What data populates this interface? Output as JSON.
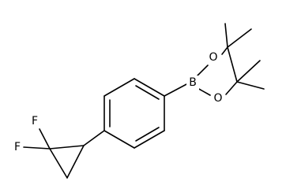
{
  "molecule": {
    "atoms": {
      "boron": "B",
      "oxygen_top": "O",
      "oxygen_bottom": "O",
      "fluorine_top": "F",
      "fluorine_left": "F"
    }
  }
}
